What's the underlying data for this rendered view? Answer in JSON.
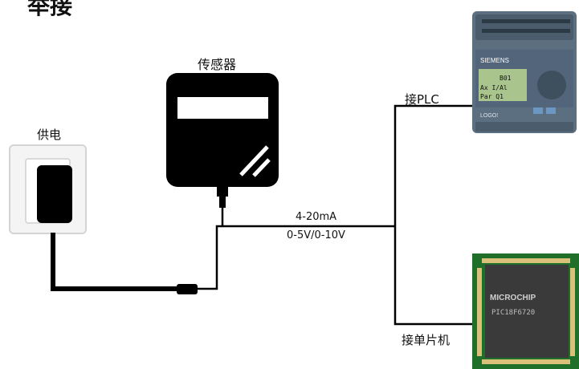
{
  "title": "举接",
  "power_label": "供电",
  "sensor_label": "传感器",
  "signal_current": "4-20mA",
  "signal_voltage": "0-5V/0-10V",
  "plc_connect_label": "接PLC",
  "mcu_connect_label": "接单片机",
  "plc_brand": "SIEMENS",
  "plc_model": "LOGO!",
  "plc_screen_lines": [
    "B01",
    "Ax I/Al",
    "Par Q1"
  ],
  "chip_brand": "MICROCHIP",
  "chip_part": "PIC18F6720",
  "colors": {
    "line": "#000000",
    "plc_body": "#5c6f80",
    "plc_screen": "#a9c48d",
    "pcb": "#1f6f2a",
    "chip": "#3a3a3a"
  }
}
